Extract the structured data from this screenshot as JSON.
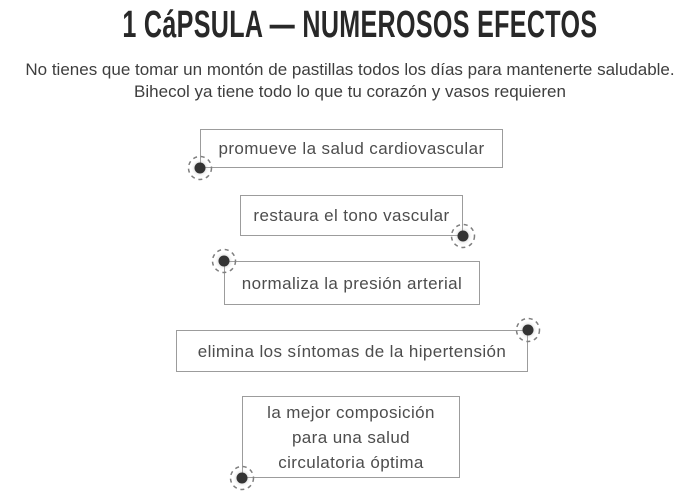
{
  "page": {
    "title": "1 CáPSULA — NUMEROSOS EFECTOS",
    "subtitle_line1": "No tienes que tomar un montón de pastillas todos los días para mantenerte saludable.",
    "subtitle_line2": "Bihecol ya tiene todo lo que tu corazón y vasos requieren",
    "brand": "Bihecol"
  },
  "effects": [
    {
      "label": "promueve la salud cardiovascular",
      "marker_corner": "bottom-left"
    },
    {
      "label": "restaura el tono vascular",
      "marker_corner": "bottom-right"
    },
    {
      "label": "normaliza la presión arterial",
      "marker_corner": "top-left"
    },
    {
      "label": "elimina los síntomas de la hipertensión",
      "marker_corner": "top-right"
    },
    {
      "label": "la mejor composición para una salud circulatoria óptima",
      "marker_corner": "bottom-left"
    }
  ],
  "icons": {
    "marker": "dot-marker-icon"
  },
  "colors": {
    "background": "#ffffff",
    "title_text": "#282828",
    "subtitle_text": "#3e3e3e",
    "box_text": "#4d4d4d",
    "box_border": "#9c9c9c",
    "marker_dot": "#333333",
    "marker_ring": "#7f7f7f"
  }
}
